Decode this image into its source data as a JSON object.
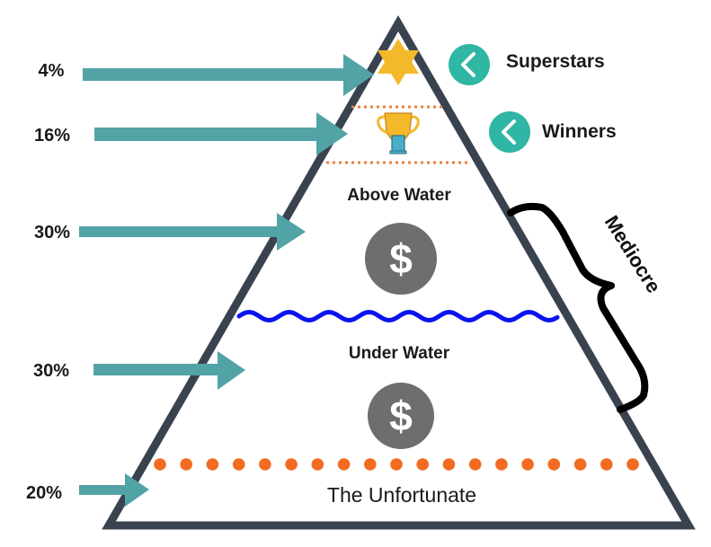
{
  "diagram": {
    "title": "Income pyramid",
    "colors": {
      "outline": "#394350",
      "arrow": "#52a3a6",
      "badge": "#2fb6a4",
      "dots": "#f26b21",
      "wave": "#0a14ee",
      "coin": "#6d6e70",
      "star": "#f4b92b",
      "trophy_cup": "#f4b92b",
      "trophy_base": "#4aaec8",
      "brace": "#000000"
    },
    "percent_labels": [
      "4%",
      "16%",
      "30%",
      "30%",
      "20%"
    ],
    "tiers": [
      {
        "name": "Superstars",
        "icon": "star-icon"
      },
      {
        "name": "Winners",
        "icon": "trophy-icon"
      },
      {
        "name": "Above Water",
        "icon": "dollar-coin-icon"
      },
      {
        "name": "Under Water",
        "icon": "dollar-coin-icon"
      },
      {
        "name": "The Unfortunate",
        "icon": ""
      }
    ],
    "side_badges": [
      {
        "label": "Superstars",
        "icon": "chevron-left-icon"
      },
      {
        "label": "Winners",
        "icon": "chevron-left-icon"
      }
    ],
    "brace": {
      "label": "Mediocre"
    },
    "coin_symbol": "$"
  }
}
